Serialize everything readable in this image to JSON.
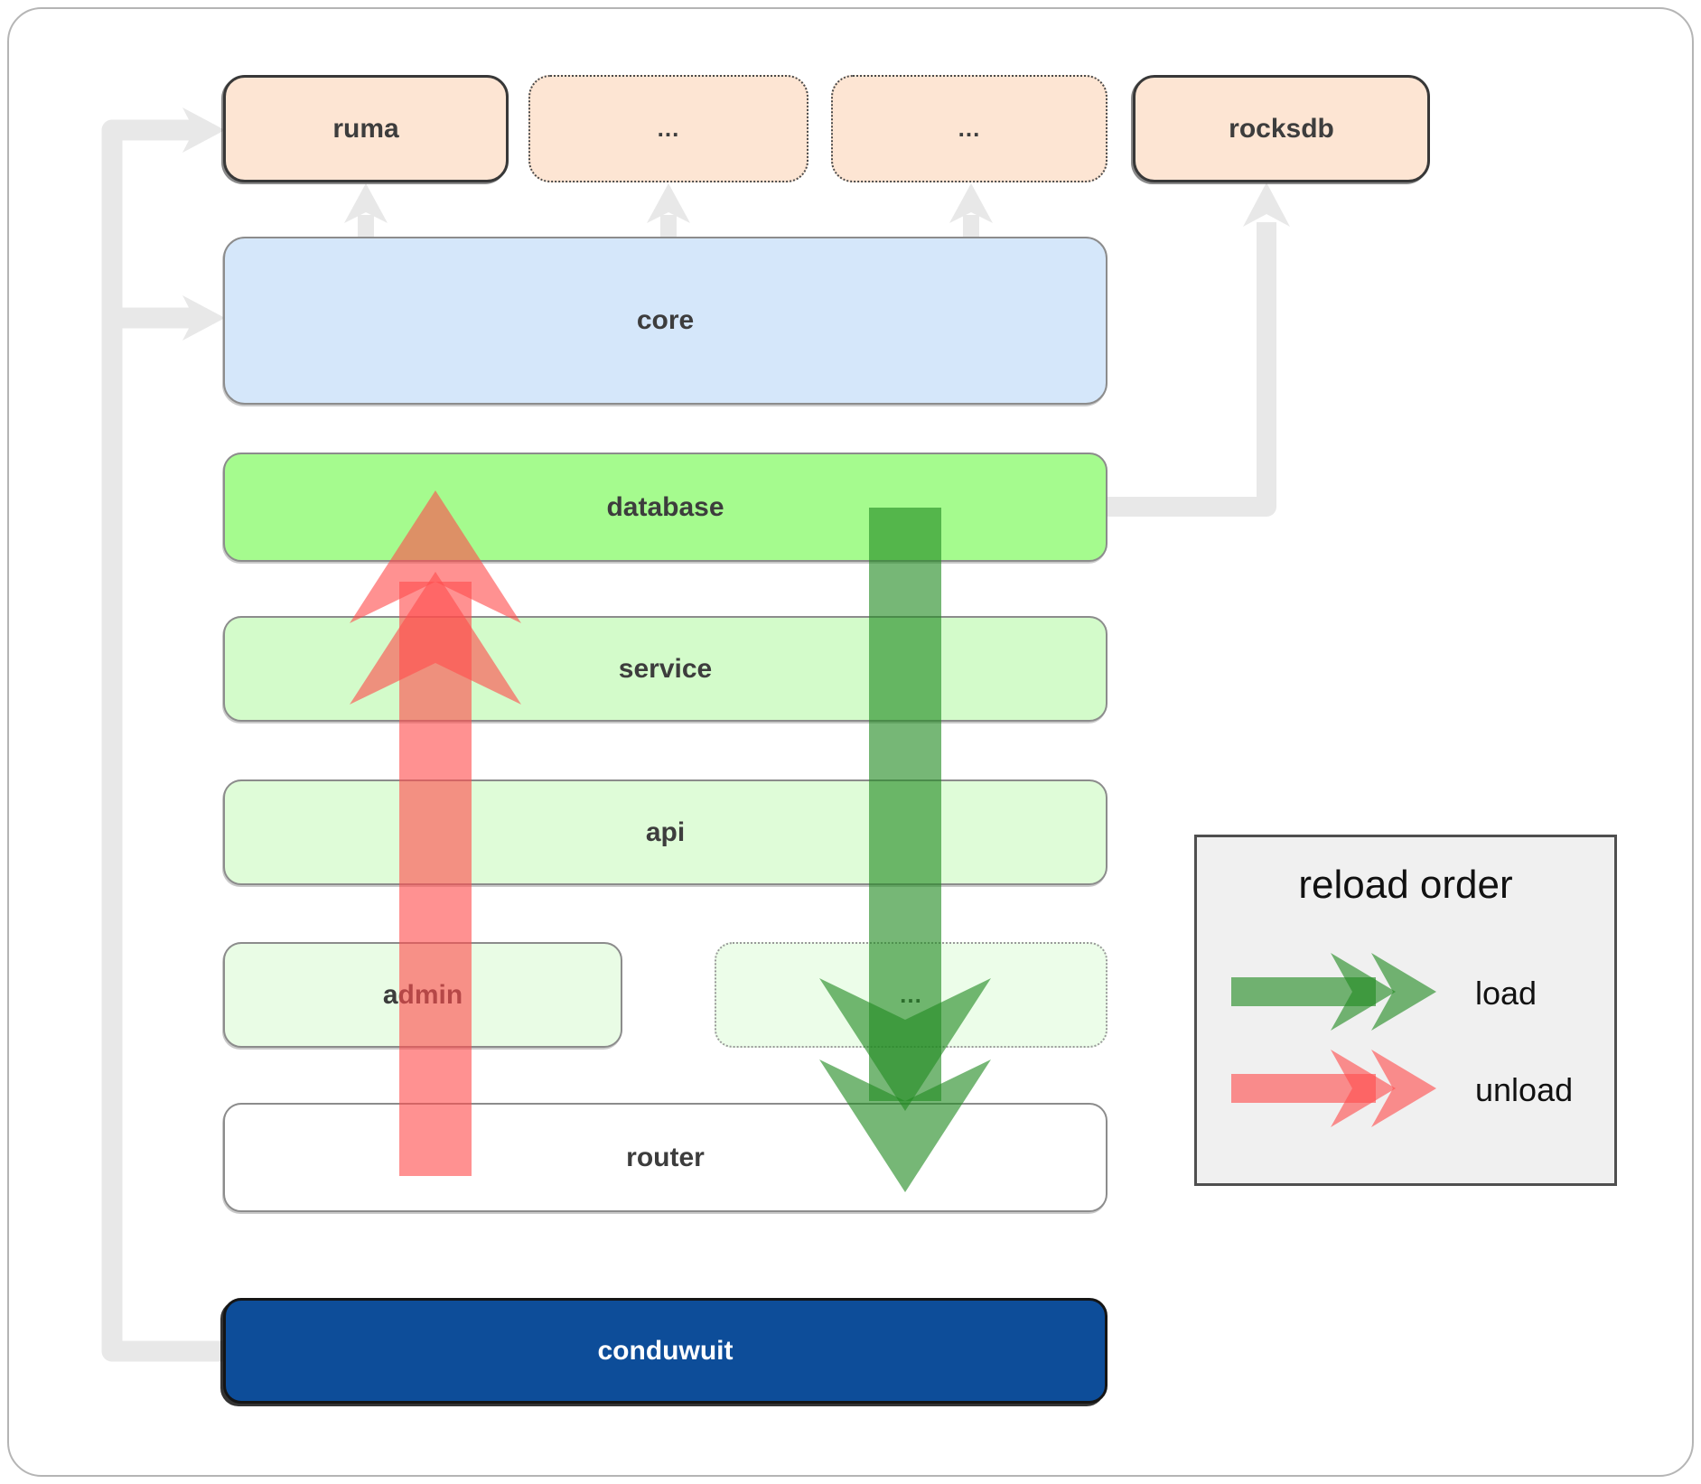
{
  "diagram": {
    "top_row": [
      {
        "id": "ruma",
        "label": "ruma"
      },
      {
        "id": "ellipsis-1",
        "label": "..."
      },
      {
        "id": "ellipsis-2",
        "label": "..."
      },
      {
        "id": "rocksdb",
        "label": "rocksdb"
      }
    ],
    "core": {
      "label": "core"
    },
    "database": {
      "label": "database"
    },
    "service": {
      "label": "service"
    },
    "api": {
      "label": "api"
    },
    "admin_row": [
      {
        "id": "admin",
        "label": "admin"
      },
      {
        "id": "ellipsis-3",
        "label": "..."
      }
    ],
    "router": {
      "label": "router"
    },
    "conduwuit": {
      "label": "conduwuit"
    }
  },
  "legend": {
    "title": "reload order",
    "items": [
      {
        "id": "load",
        "label": "load",
        "color": "#228b22"
      },
      {
        "id": "unload",
        "label": "unload",
        "color": "#ff4d4d"
      }
    ]
  },
  "colors": {
    "load_green": "#228b22",
    "unload_red": "#ff4d4d",
    "database_green": "#a5fb8e",
    "service_green": "#d3fbca",
    "api_green": "#dffcd8",
    "admin_green": "#e9fce5",
    "core_blue": "#d5e7fa",
    "dependency_peach": "#fde5d3",
    "conduwuit_navy": "#0d4d99",
    "connector_gray": "#e8e8e8",
    "legend_background": "#f0f0f0"
  }
}
